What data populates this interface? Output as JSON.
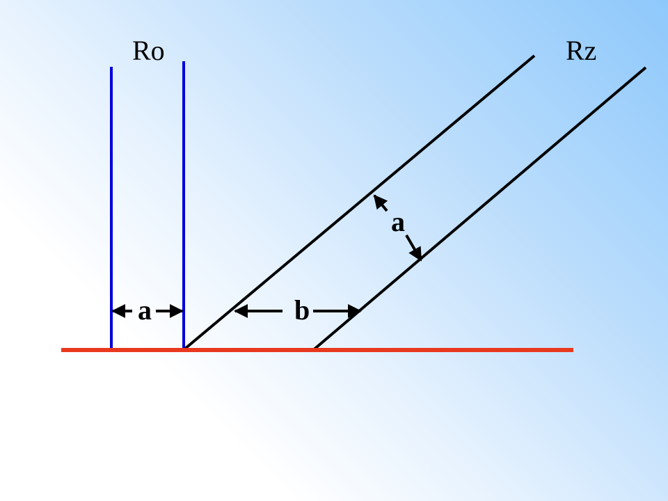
{
  "labels": {
    "ro": "Ro",
    "rz": "Rz",
    "a_left": "a",
    "b_gap": "b",
    "a_diag": "a"
  },
  "colors": {
    "baseline": "#e8391f",
    "vertical_lines": "#0000dd",
    "slanted_lines": "#000000",
    "arrows": "#000000",
    "bg_top_right": "#8ec8fb",
    "bg_bottom_left": "#ffffff"
  }
}
